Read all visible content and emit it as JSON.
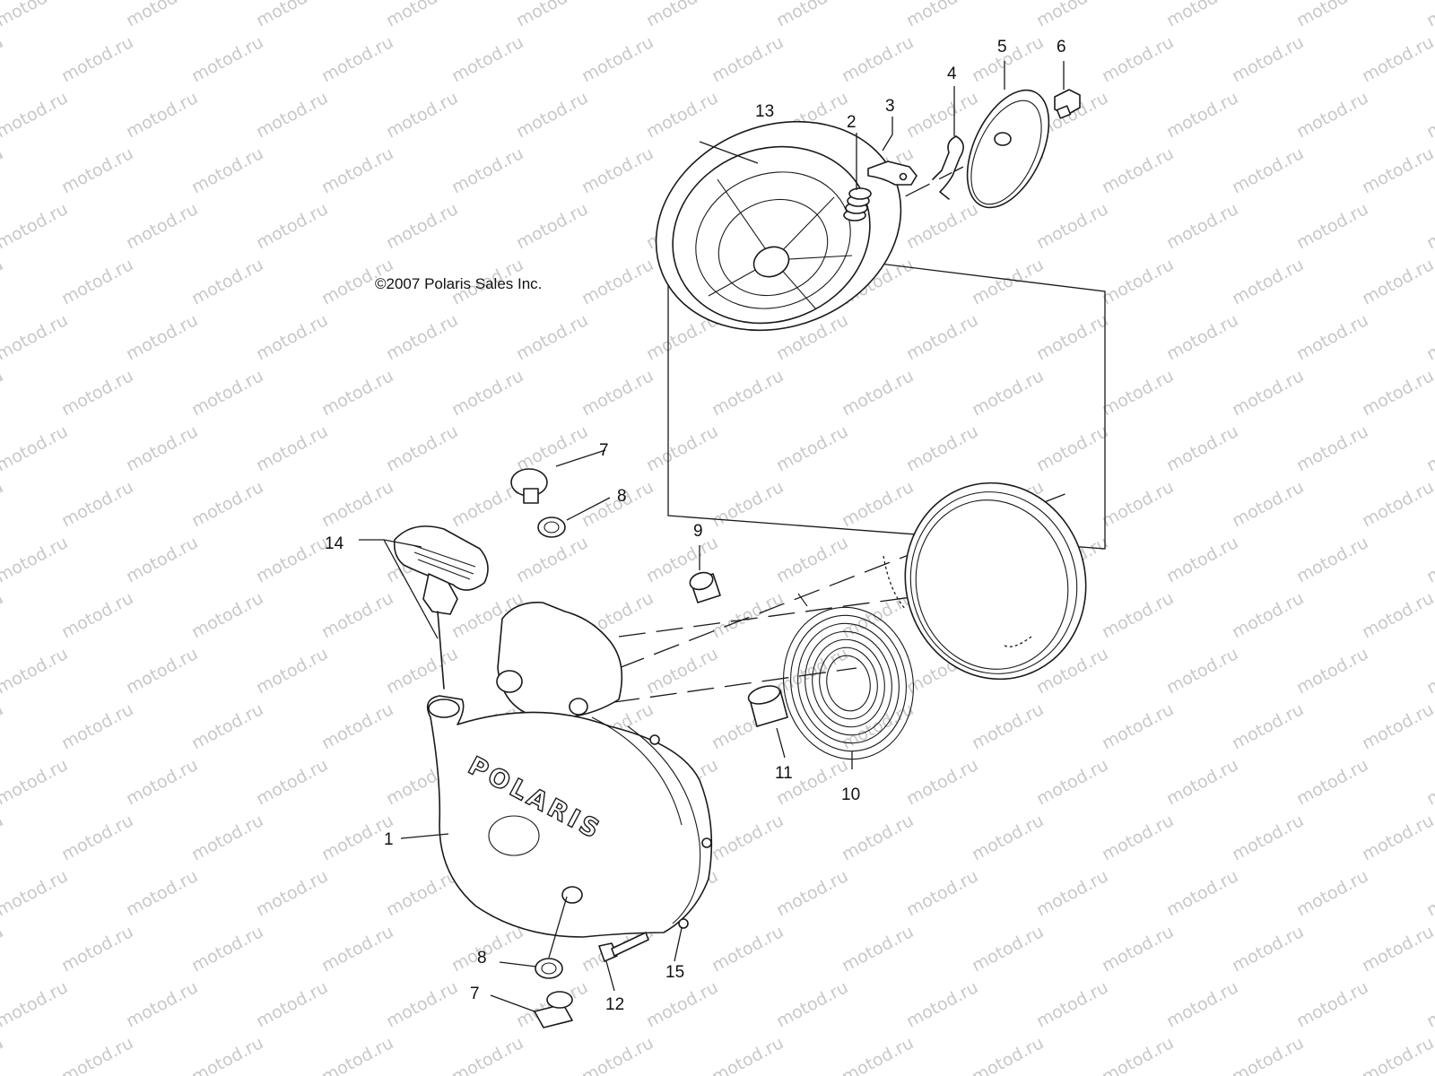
{
  "copyright": "©2007 Polaris Sales Inc.",
  "brand_text": "POLARIS",
  "watermark_text": "motod.ru",
  "callouts": [
    {
      "id": "c1",
      "label": "1"
    },
    {
      "id": "c2",
      "label": "2"
    },
    {
      "id": "c3",
      "label": "3"
    },
    {
      "id": "c4",
      "label": "4"
    },
    {
      "id": "c5",
      "label": "5"
    },
    {
      "id": "c6",
      "label": "6"
    },
    {
      "id": "c7a",
      "label": "7"
    },
    {
      "id": "c7b",
      "label": "7"
    },
    {
      "id": "c8a",
      "label": "8"
    },
    {
      "id": "c8b",
      "label": "8"
    },
    {
      "id": "c9",
      "label": "9"
    },
    {
      "id": "c10",
      "label": "10"
    },
    {
      "id": "c11",
      "label": "11"
    },
    {
      "id": "c12",
      "label": "12"
    },
    {
      "id": "c13",
      "label": "13"
    },
    {
      "id": "c14",
      "label": "14"
    },
    {
      "id": "c15",
      "label": "15"
    }
  ]
}
